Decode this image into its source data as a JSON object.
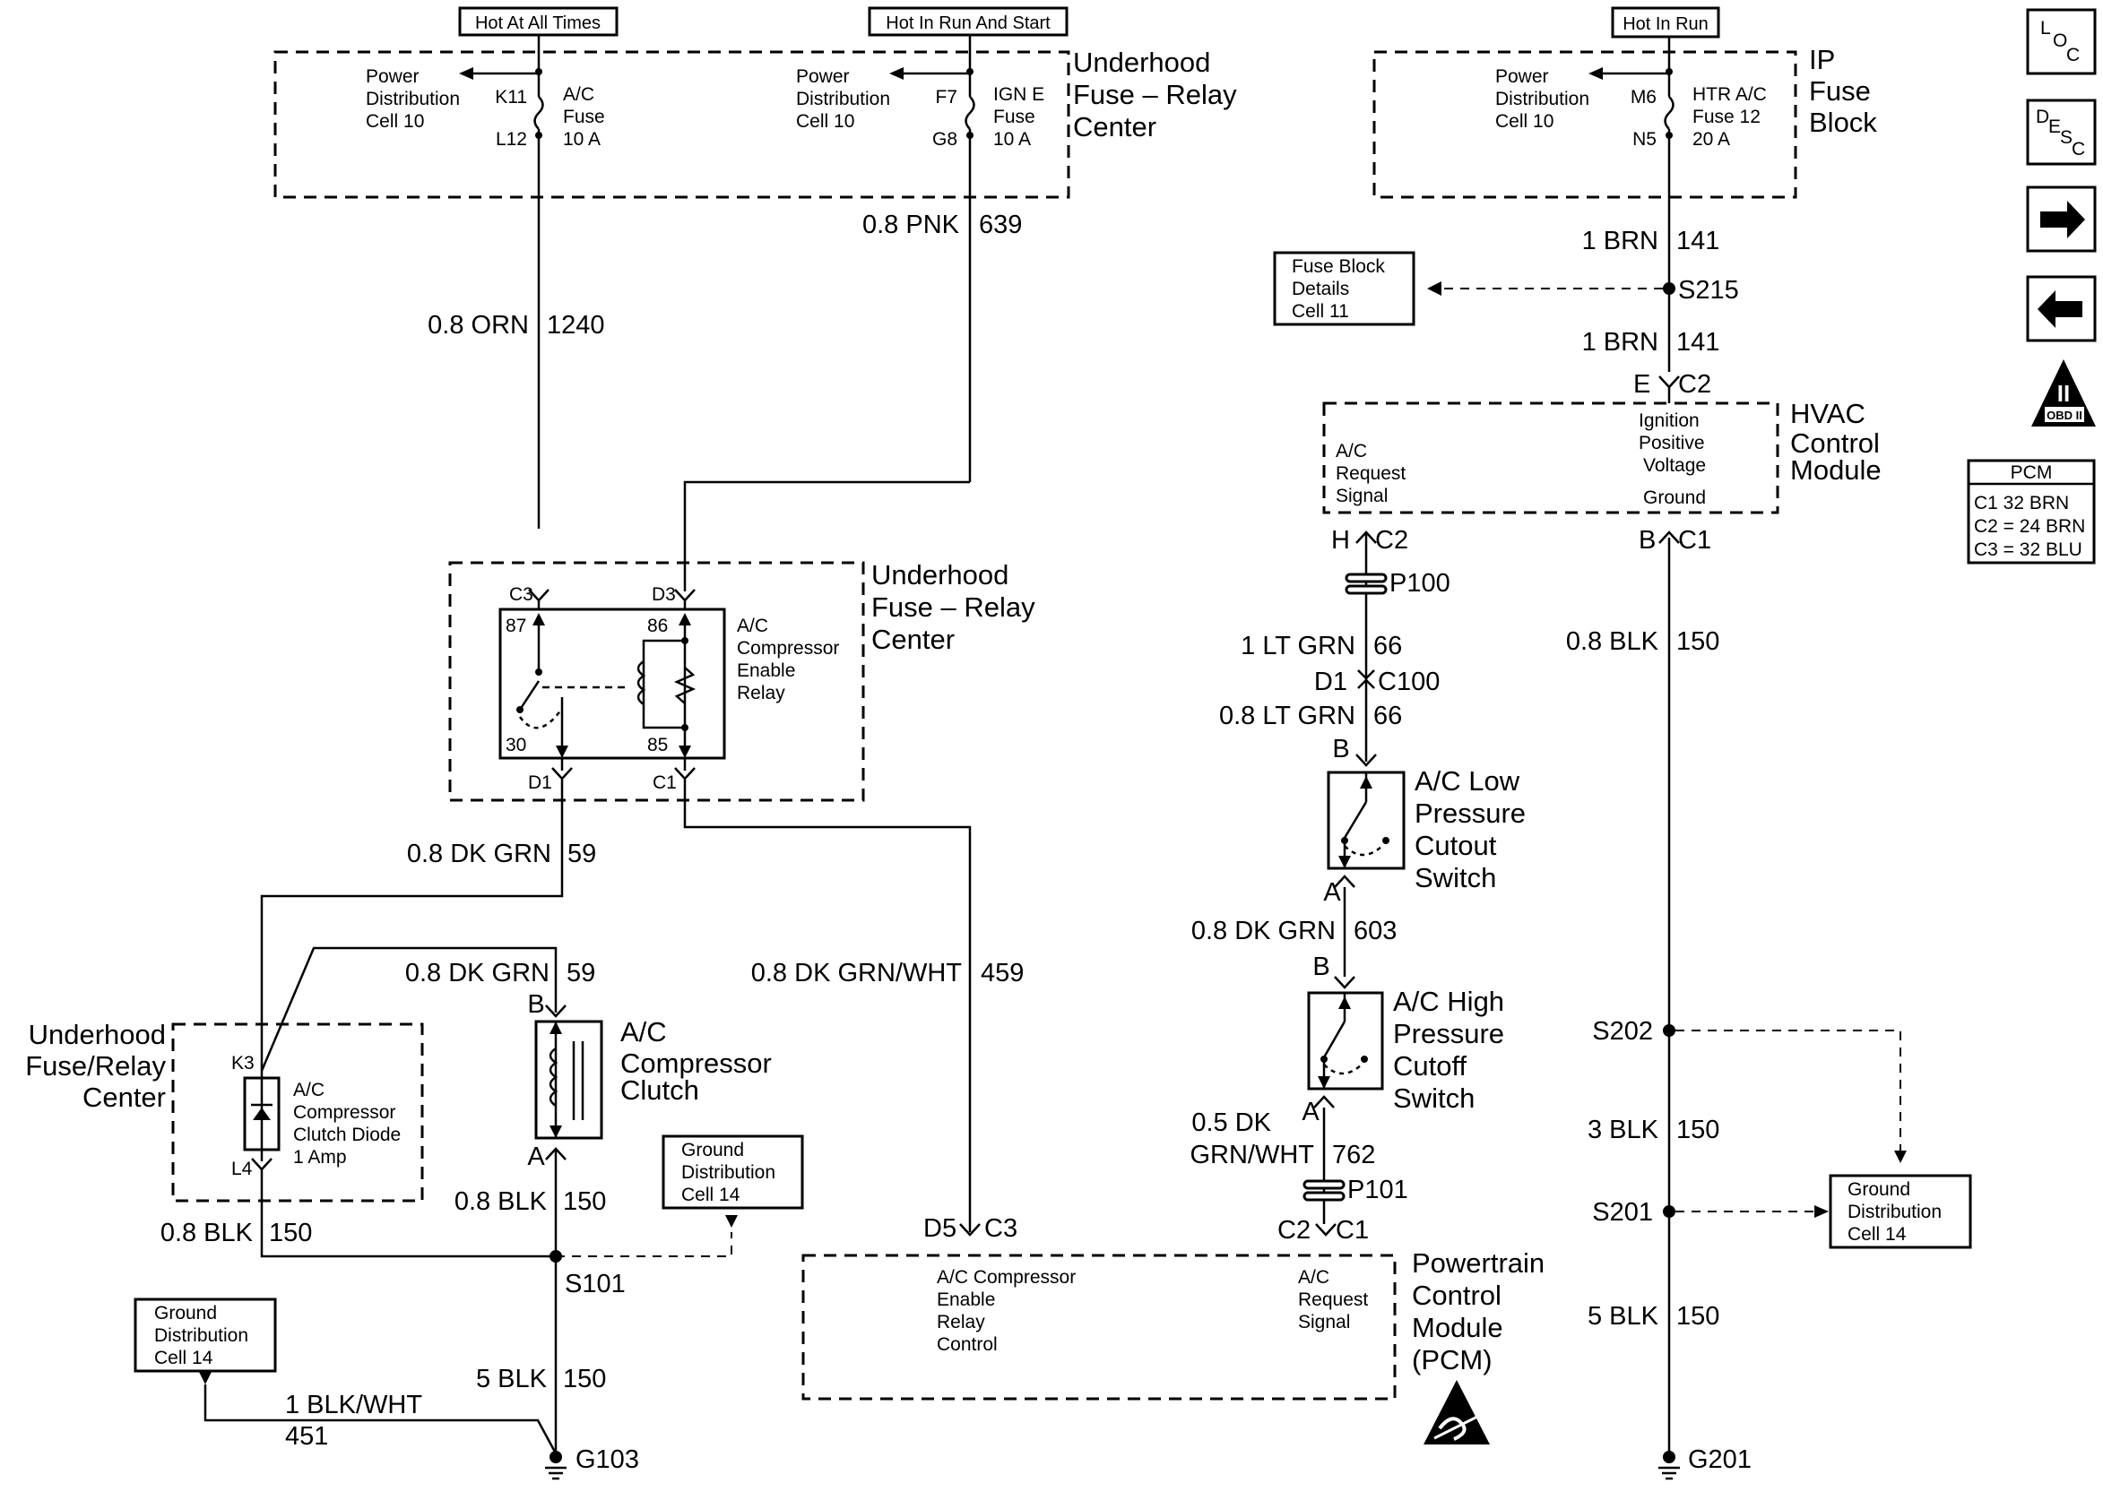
{
  "sources": {
    "hot_all_times": "Hot At All Times",
    "hot_run_start": "Hot In Run And Start",
    "hot_run": "Hot In Run"
  },
  "fuse_relay_center_top": {
    "name_l1": "Underhood",
    "name_l2": "Fuse – Relay",
    "name_l3": "Center",
    "pd1_l1": "Power",
    "pd1_l2": "Distribution",
    "pd1_l3": "Cell 10",
    "fuse1_top": "K11",
    "fuse1_bot": "L12",
    "fuse1_l1": "A/C",
    "fuse1_l2": "Fuse",
    "fuse1_l3": "10 A",
    "pd2_l1": "Power",
    "pd2_l2": "Distribution",
    "pd2_l3": "Cell 10",
    "fuse2_top": "F7",
    "fuse2_bot": "G8",
    "fuse2_l1": "IGN E",
    "fuse2_l2": "Fuse",
    "fuse2_l3": "10 A"
  },
  "ip_fuse_block": {
    "name_l1": "IP",
    "name_l2": "Fuse",
    "name_l3": "Block",
    "pd_l1": "Power",
    "pd_l2": "Distribution",
    "pd_l3": "Cell 10",
    "fuse_top": "M6",
    "fuse_bot": "N5",
    "fuse_l1": "HTR A/C",
    "fuse_l2": "Fuse 12",
    "fuse_l3": "20 A"
  },
  "wires": {
    "w639_color": "0.8 PNK",
    "w639_circuit": "639",
    "w1240_color": "0.8 ORN",
    "w1240_circuit": "1240",
    "w59a_color": "0.8 DK GRN",
    "w59a_circuit": "59",
    "w59b_color": "0.8 DK GRN",
    "w59b_circuit": "59",
    "w459_color": "0.8 DK GRN/WHT",
    "w459_circuit": "459",
    "w150a_color": "0.8 BLK",
    "w150a_circuit": "150",
    "w150b_color": "0.8 BLK",
    "w150b_circuit": "150",
    "w150c_color": "5 BLK",
    "w150c_circuit": "150",
    "w451_color": "1 BLK/WHT",
    "w451_circuit": "451",
    "w141a_color": "1 BRN",
    "w141a_circuit": "141",
    "w141b_color": "1 BRN",
    "w141b_circuit": "141",
    "w66a_color": "1 LT GRN",
    "w66a_circuit": "66",
    "w66b_color": "0.8 LT GRN",
    "w66b_circuit": "66",
    "w603_color": "0.8 DK GRN",
    "w603_circuit": "603",
    "w762_color_l1": "0.5 DK",
    "w762_color_l2": "GRN/WHT",
    "w762_circuit": "762",
    "w150d_color": "0.8 BLK",
    "w150d_circuit": "150",
    "w150e_color": "3 BLK",
    "w150e_circuit": "150",
    "w150f_color": "5 BLK",
    "w150f_circuit": "150"
  },
  "relay_center": {
    "name_l1": "Underhood",
    "name_l2": "Fuse – Relay",
    "name_l3": "Center",
    "pin_c3": "C3",
    "pin_d3": "D3",
    "pin_d1": "D1",
    "pin_c1": "C1",
    "t87": "87",
    "t86": "86",
    "t30": "30",
    "t85": "85",
    "relay_l1": "A/C",
    "relay_l2": "Compressor",
    "relay_l3": "Enable",
    "relay_l4": "Relay"
  },
  "diode_center": {
    "name_l1": "Underhood",
    "name_l2": "Fuse/Relay",
    "name_l3": "Center",
    "pin_k3": "K3",
    "pin_l4": "L4",
    "diode_l1": "A/C",
    "diode_l2": "Compressor",
    "diode_l3": "Clutch Diode",
    "diode_l4": "1 Amp"
  },
  "clutch": {
    "pin_b": "B",
    "pin_a": "A",
    "name_l1": "A/C",
    "name_l2": "Compressor",
    "name_l3": "Clutch"
  },
  "splices": {
    "s101": "S101",
    "s215": "S215",
    "s202": "S202",
    "s201": "S201",
    "g103": "G103",
    "g201": "G201",
    "p100": "P100",
    "p101": "P101"
  },
  "refs": {
    "gnd1_l1": "Ground",
    "gnd1_l2": "Distribution",
    "gnd1_l3": "Cell 14",
    "gnd2_l1": "Ground",
    "gnd2_l2": "Distribution",
    "gnd2_l3": "Cell 14",
    "gnd3_l1": "Ground",
    "gnd3_l2": "Distribution",
    "gnd3_l3": "Cell 14",
    "fbd_l1": "Fuse Block",
    "fbd_l2": "Details",
    "fbd_l3": "Cell 11"
  },
  "pcm": {
    "pin_d5": "D5",
    "pin_c3": "C3",
    "pin_c2": "C2",
    "pin_c1": "C1",
    "sig1_l1": "A/C Compressor",
    "sig1_l2": "Enable",
    "sig1_l3": "Relay",
    "sig1_l4": "Control",
    "sig2_l1": "A/C",
    "sig2_l2": "Request",
    "sig2_l3": "Signal",
    "name_l1": "Powertrain",
    "name_l2": "Control",
    "name_l3": "Module",
    "name_l4": "(PCM)"
  },
  "hvac": {
    "pin_e": "E",
    "pin_c2_top": "C2",
    "pin_h": "H",
    "pin_c2_bot": "C2",
    "pin_b": "B",
    "pin_c1": "C1",
    "ign_l1": "Ignition",
    "ign_l2": "Positive",
    "ign_l3": "Voltage",
    "req_l1": "A/C",
    "req_l2": "Request",
    "req_l3": "Signal",
    "gnd": "Ground",
    "name_l1": "HVAC",
    "name_l2": "Control",
    "name_l3": "Module"
  },
  "connectors": {
    "c100": "C100",
    "c100_pin": "D1"
  },
  "low_switch": {
    "pin_b": "B",
    "pin_a": "A",
    "name_l1": "A/C Low",
    "name_l2": "Pressure",
    "name_l3": "Cutout",
    "name_l4": "Switch"
  },
  "high_switch": {
    "pin_b": "B",
    "pin_a": "A",
    "name_l1": "A/C High",
    "name_l2": "Pressure",
    "name_l3": "Cutoff",
    "name_l4": "Switch"
  },
  "sidebar": {
    "loc": "LOC",
    "desc": "DESC",
    "obd": "OBD II",
    "obd_roman": "II",
    "pcm_title": "PCM",
    "pcm_row1": "C1    32 BRN",
    "pcm_row2": "C2 = 24 BRN",
    "pcm_row3": "C3 = 32 BLU"
  }
}
